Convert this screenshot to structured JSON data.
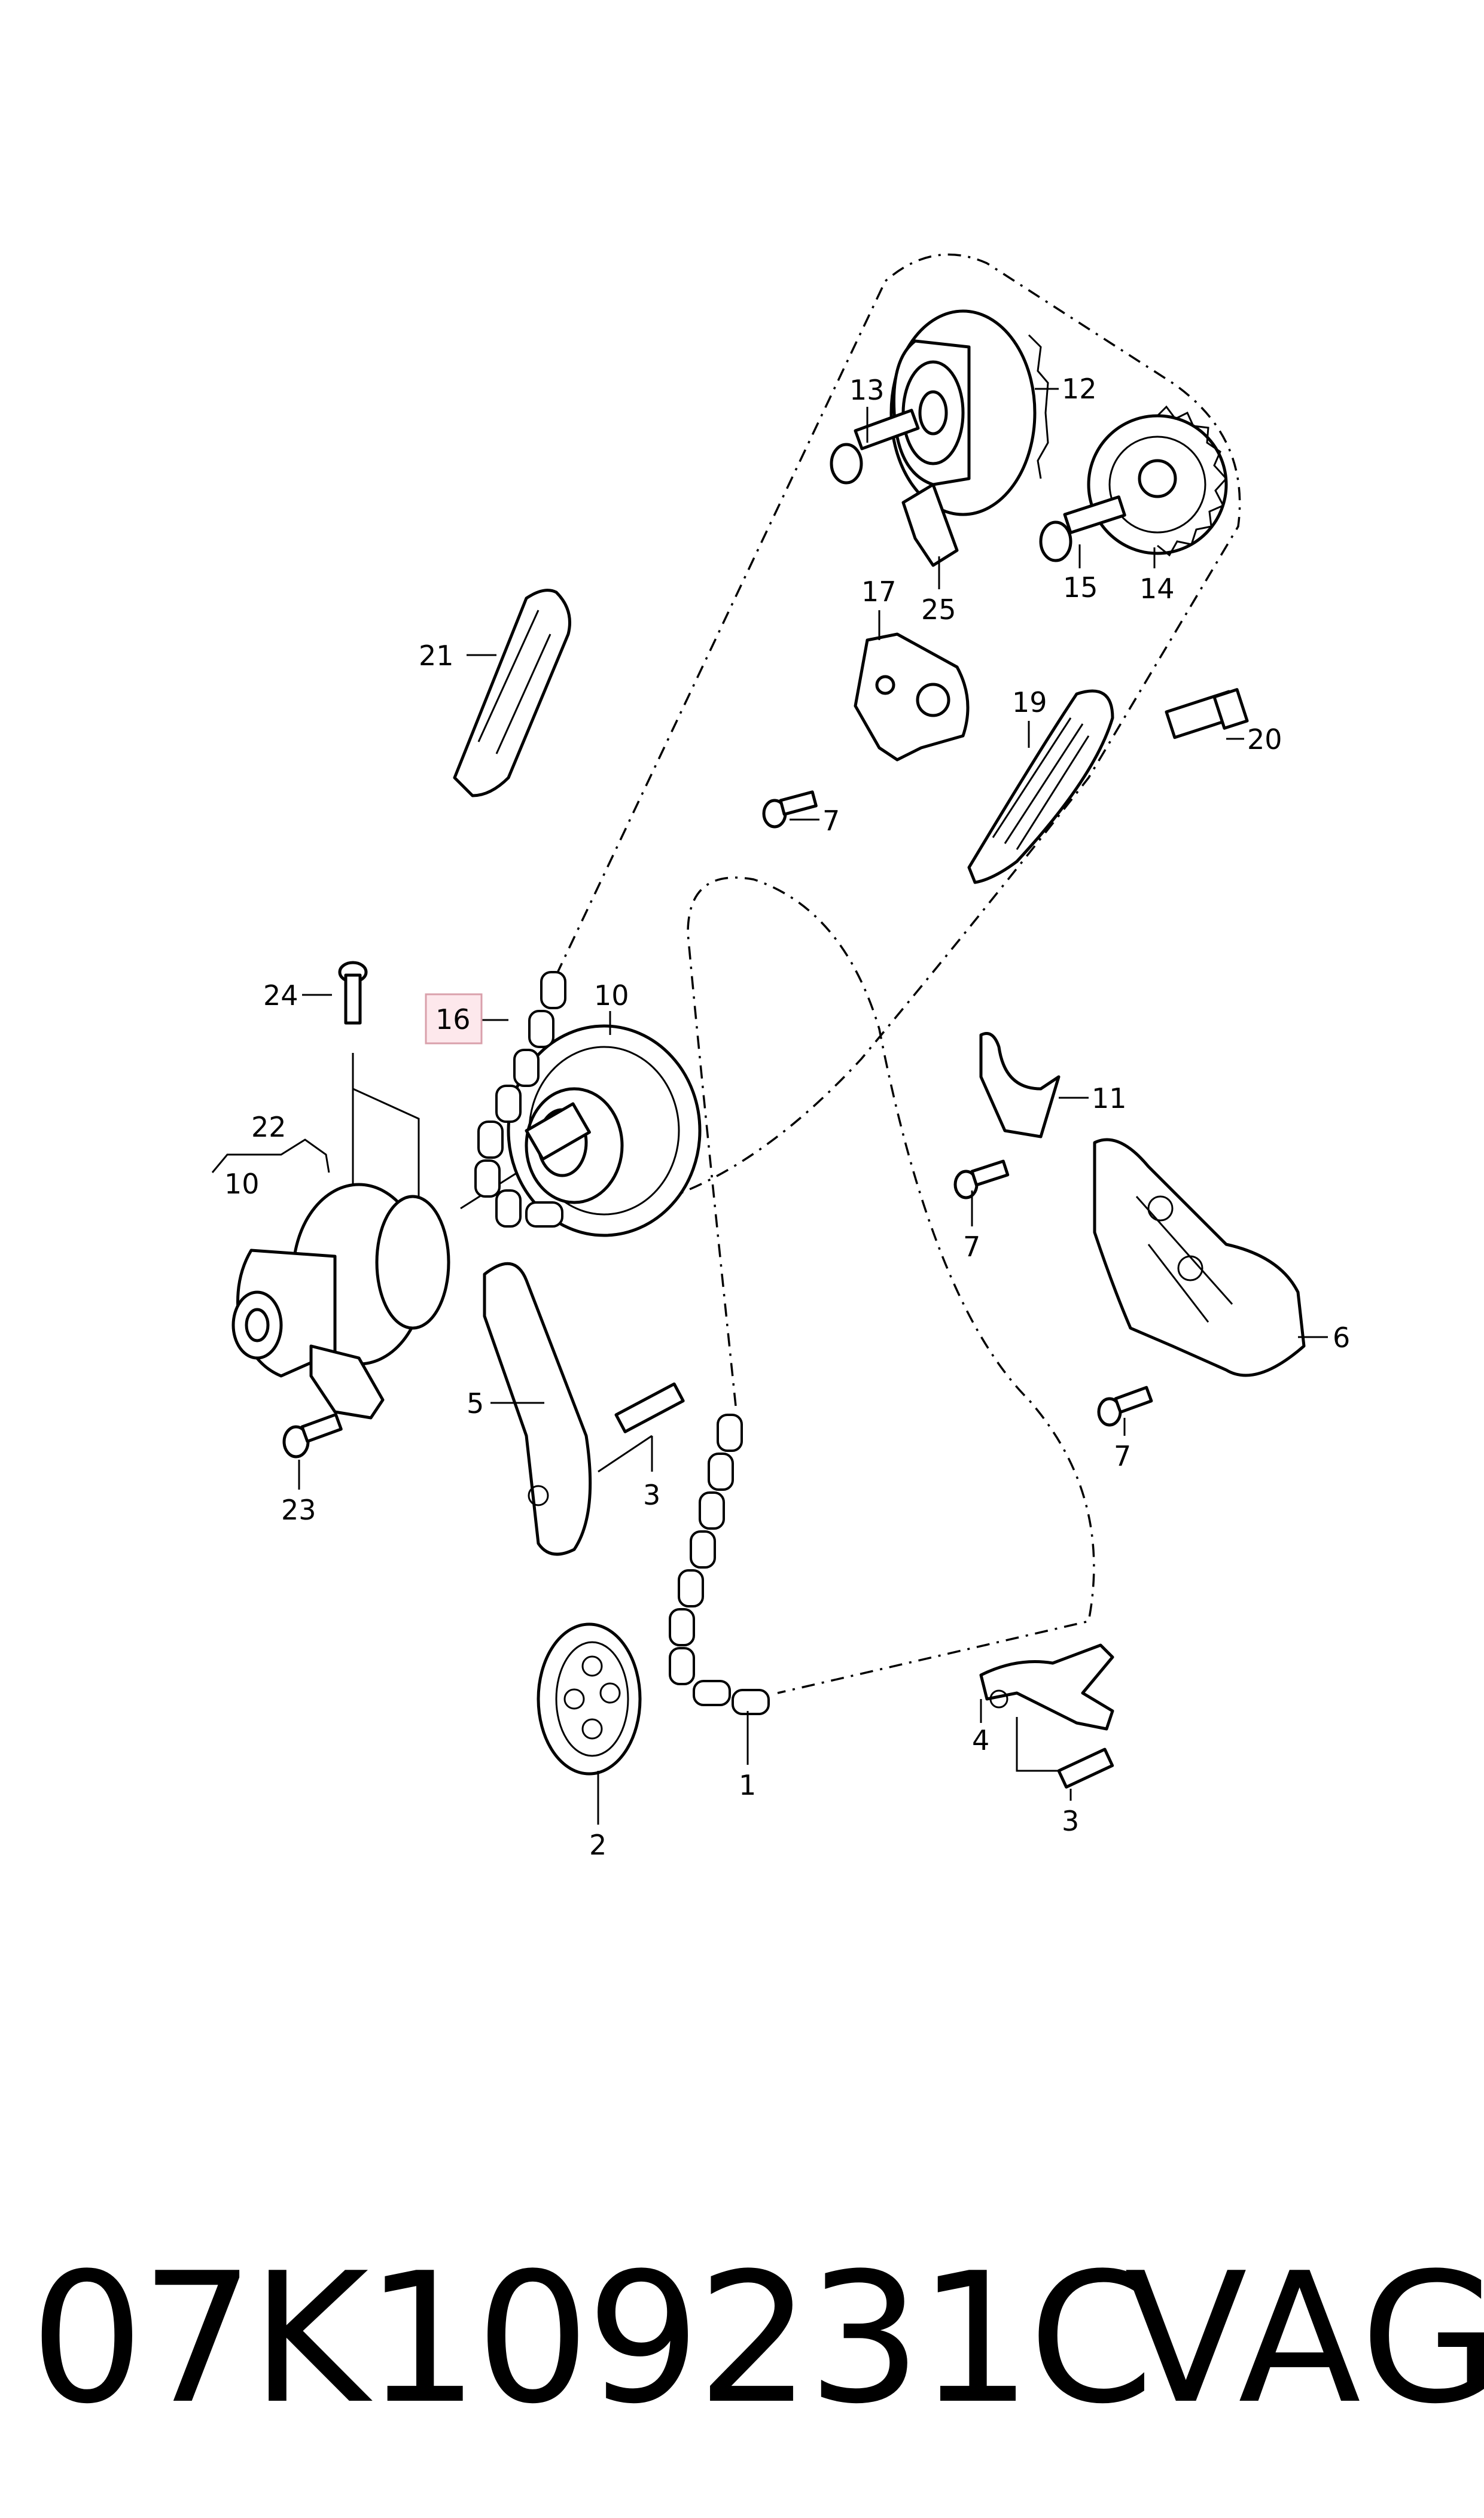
{
  "callouts": [
    {
      "id": "c1",
      "label": "1"
    },
    {
      "id": "c2",
      "label": "2"
    },
    {
      "id": "c3a",
      "label": "3"
    },
    {
      "id": "c3b",
      "label": "3"
    },
    {
      "id": "c4",
      "label": "4"
    },
    {
      "id": "c5",
      "label": "5"
    },
    {
      "id": "c6",
      "label": "6"
    },
    {
      "id": "c7a",
      "label": "7"
    },
    {
      "id": "c7b",
      "label": "7"
    },
    {
      "id": "c7c",
      "label": "7"
    },
    {
      "id": "c10a",
      "label": "10"
    },
    {
      "id": "c10b",
      "label": "10"
    },
    {
      "id": "c11",
      "label": "11"
    },
    {
      "id": "c12",
      "label": "12"
    },
    {
      "id": "c13",
      "label": "13"
    },
    {
      "id": "c14",
      "label": "14"
    },
    {
      "id": "c15",
      "label": "15"
    },
    {
      "id": "c16",
      "label": "16",
      "highlighted": true
    },
    {
      "id": "c17",
      "label": "17"
    },
    {
      "id": "c19",
      "label": "19"
    },
    {
      "id": "c20",
      "label": "20"
    },
    {
      "id": "c21",
      "label": "21"
    },
    {
      "id": "c22",
      "label": "22"
    },
    {
      "id": "c23",
      "label": "23"
    },
    {
      "id": "c24",
      "label": "24"
    },
    {
      "id": "c25",
      "label": "25"
    }
  ],
  "footer": {
    "part_number": "07K109231C",
    "brand": "VAG"
  },
  "colors": {
    "highlight_fill": "#fde8ec",
    "highlight_stroke": "#d9a0ab",
    "ink": "#000000"
  }
}
